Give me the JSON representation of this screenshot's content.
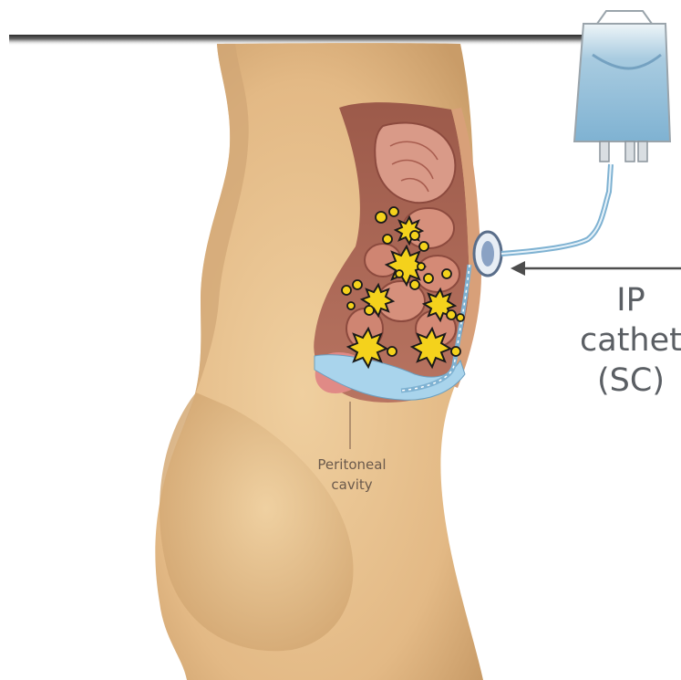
{
  "labels": {
    "ip_catheter": [
      "IP",
      "catheter",
      "(SC)"
    ],
    "peritoneal_cavity": [
      "Peritoneal",
      "cavity"
    ]
  },
  "colors": {
    "skin": "#e6bf8c",
    "skin_shadow": "#c99c68",
    "organ_red": "#b8685a",
    "fluid_blue": "#a9d4ec",
    "tumor_yellow": "#f4d21c",
    "arrow": "#4d4d4d",
    "label_text": "#5b5f64"
  }
}
